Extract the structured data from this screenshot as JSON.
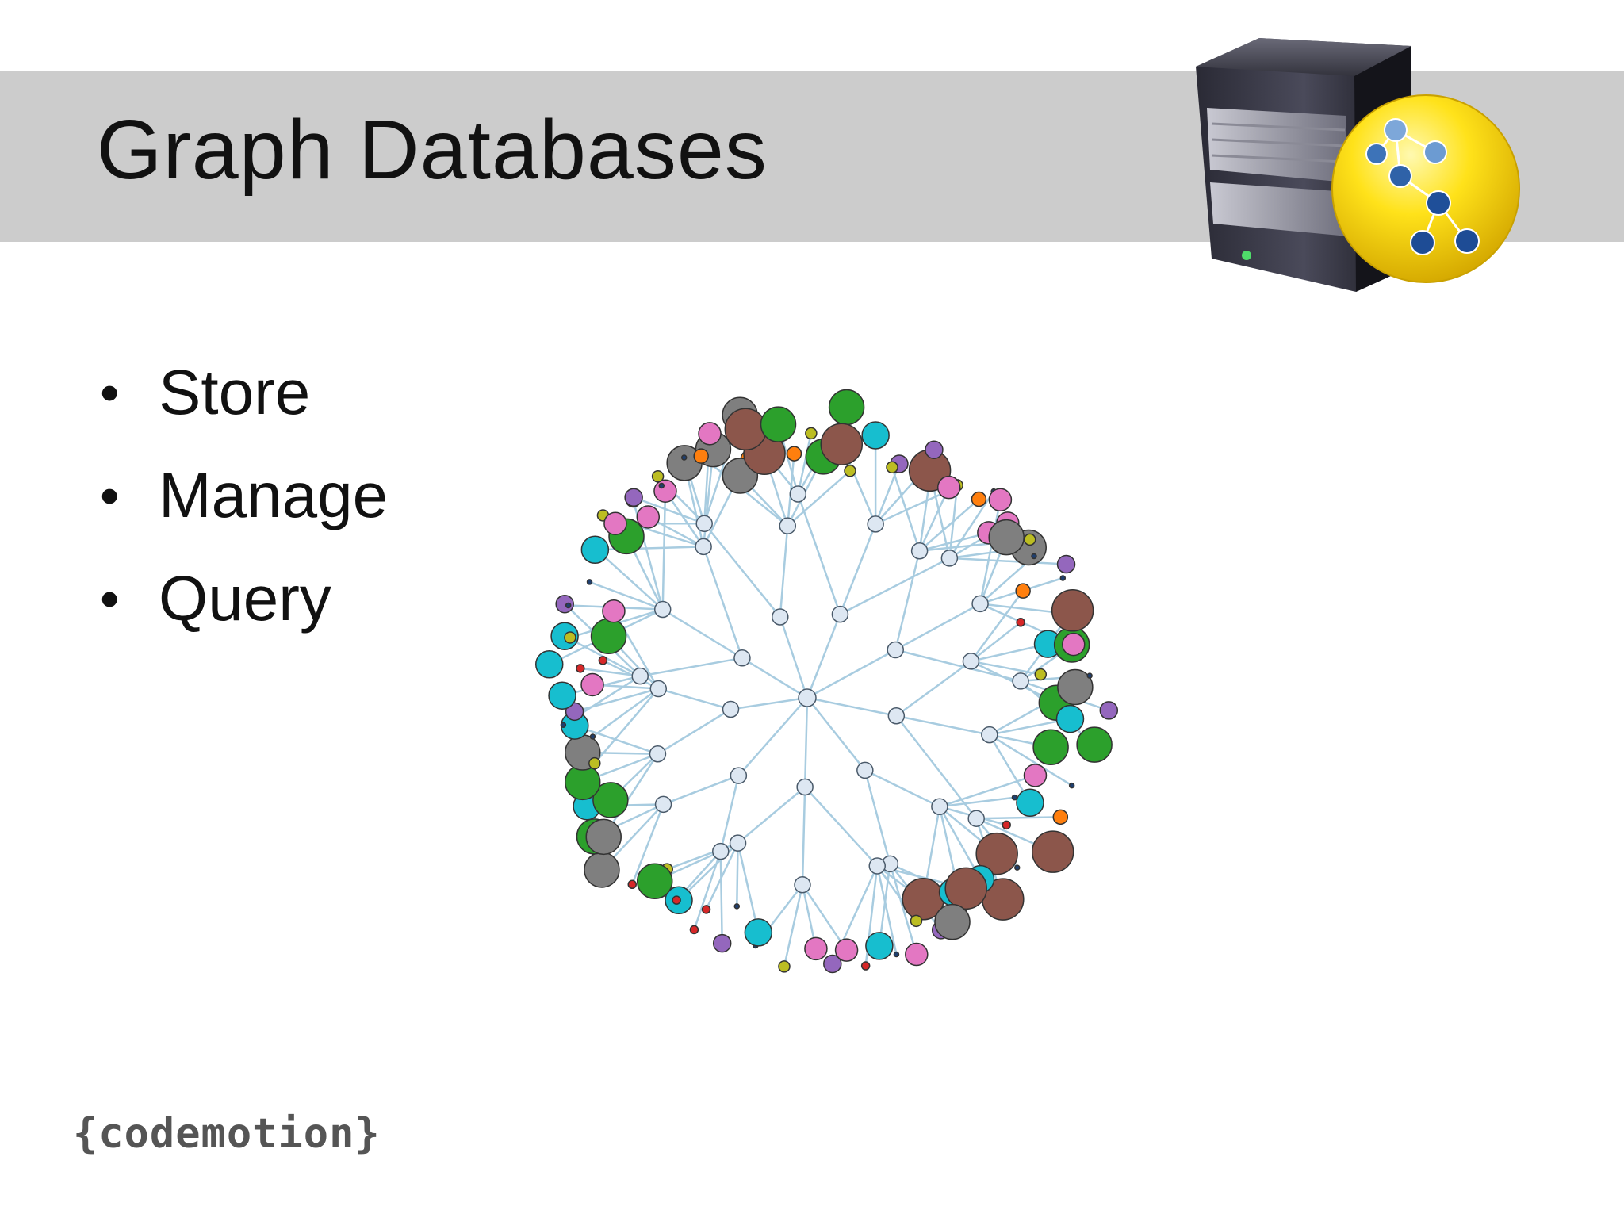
{
  "slide": {
    "title": "Graph Databases",
    "bullets": [
      "Store",
      "Manage",
      "Query"
    ],
    "bullet_glyph": "•",
    "logo_text": "{codemotion}"
  },
  "icons": {
    "server": "graph-database-server-icon",
    "graph": "network-graph-illustration"
  },
  "colors": {
    "title_band": "#cccccc",
    "edge": "#a8cce0",
    "hub": "#dde7f2",
    "green": "#2ca02c",
    "gray": "#7f7f7f",
    "brown": "#8c564b",
    "pink": "#e377c2",
    "cyan": "#17becf",
    "orange": "#ff7f0e",
    "purple": "#9467bd",
    "olive": "#bcbd22",
    "red": "#d62728",
    "navy": "#1f3f6f"
  }
}
